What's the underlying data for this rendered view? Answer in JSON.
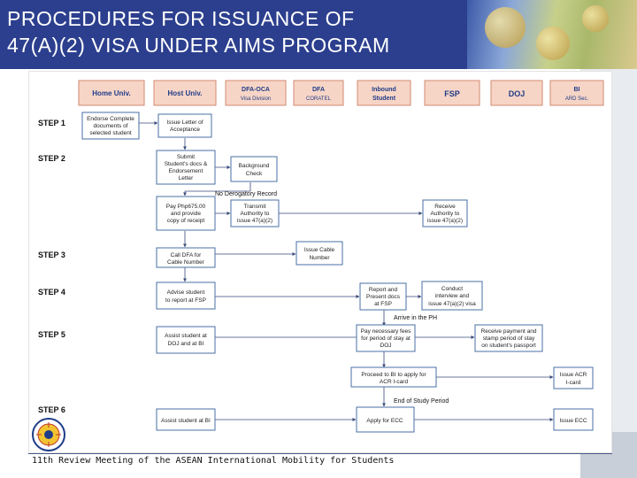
{
  "slide": {
    "title_line1": "PROCEDURES FOR ISSUANCE OF",
    "title_line2": "47(A)(2) VISA UNDER AIMS PROGRAM",
    "footer": "11th Review  Meeting of the ASEAN International Mobility for Students",
    "logo_icon": "seal-icon"
  },
  "colors": {
    "header_bg": "#2c3f8e",
    "lane_fill": "#f7d5c6",
    "lane_border": "#d08a72",
    "lane_text": "#1f3c88",
    "box_border": "#4a6fa5"
  },
  "lanes": [
    {
      "l1": "Home Univ.",
      "l2": ""
    },
    {
      "l1": "Host Univ.",
      "l2": ""
    },
    {
      "l1": "DFA-OCA",
      "l2": "Visa Division"
    },
    {
      "l1": "DFA",
      "l2": "CORATEL"
    },
    {
      "l1": "Inbound",
      "l2": "Student"
    },
    {
      "l1": "FSP",
      "l2": ""
    },
    {
      "l1": "DOJ",
      "l2": ""
    },
    {
      "l1": "BI",
      "l2": "ARD Sec."
    }
  ],
  "steps": [
    "STEP 1",
    "STEP 2",
    "STEP 3",
    "STEP 4",
    "STEP 5",
    "STEP 6"
  ],
  "boxes": {
    "endorse": [
      "Endorse Complete",
      "documents of",
      "selected student"
    ],
    "letter": [
      "Issue Letter of",
      "Acceptance"
    ],
    "submit": [
      "Submit",
      "Student's docs &",
      "Endorsement",
      "Letter"
    ],
    "background": [
      "Background",
      "Check"
    ],
    "pay": [
      "Pay Php675.00",
      "and provide",
      "copy of receipt"
    ],
    "transmit": [
      "Transmit",
      "Authority to",
      "issue 47(a)(2)"
    ],
    "receive_auth": [
      "Receive",
      "Authority to",
      "issue 47(a)(2)"
    ],
    "call_dfa": [
      "Call DFA for",
      "Cable Number"
    ],
    "cable": [
      "Issue Cable",
      "Number"
    ],
    "advise": [
      "Advise student",
      "to report at FSP"
    ],
    "report": [
      "Report and",
      "Present docs",
      "at FSP"
    ],
    "conduct": [
      "Conduct",
      "interview and",
      "issue 47(a)(2) visa"
    ],
    "assist_doj": [
      "Assist student at",
      "DOJ and at BI"
    ],
    "pay_fees": [
      "Pay necessary fees",
      "for period of stay at",
      "DOJ"
    ],
    "receive_pay": [
      "Receive payment and",
      "stamp period of stay",
      "on student's passport"
    ],
    "proceed": [
      "Proceed to BI to apply for",
      "ACR I-card"
    ],
    "issue_acr": [
      "Issue ACR",
      "I-card"
    ],
    "assist_bi": [
      "Assist student at BI"
    ],
    "apply_ecc": [
      "Apply for ECC"
    ],
    "issue_ecc": [
      "Issue ECC"
    ]
  },
  "labels": {
    "no_derog": "No Derogatory Record",
    "arrive": "Arrive in the PH",
    "end_study": "End of Study Period"
  }
}
